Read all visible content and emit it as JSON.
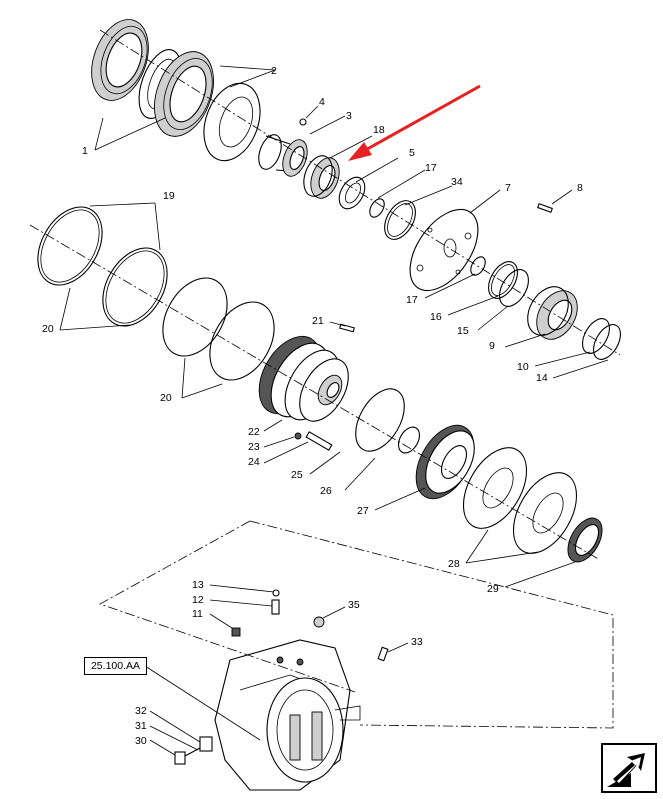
{
  "labels": {
    "l1": "1",
    "l2": "2",
    "l3": "3",
    "l4": "4",
    "l5": "5",
    "l7": "7",
    "l8": "8",
    "l9": "9",
    "l10": "10",
    "l11": "11",
    "l12": "12",
    "l13": "13",
    "l14": "14",
    "l15": "15",
    "l16": "16",
    "l17a": "17",
    "l17b": "17",
    "l18": "18",
    "l19": "19",
    "l20a": "20",
    "l20b": "20",
    "l21": "21",
    "l22": "22",
    "l23": "23",
    "l24": "24",
    "l25": "25",
    "l26": "26",
    "l27": "27",
    "l28": "28",
    "l29": "29",
    "l30": "30",
    "l31": "31",
    "l32": "32",
    "l33": "33",
    "l34": "34",
    "l35": "35"
  },
  "reference": "25.100.AA",
  "colors": {
    "arrow": "#e8201f",
    "line": "#000000"
  },
  "icons": {
    "navigation": "return-arrow-icon"
  }
}
